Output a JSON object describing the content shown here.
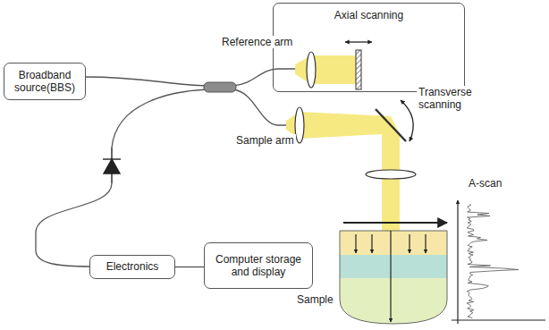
{
  "diagram": {
    "nodes": [
      {
        "text": [
          "Broadband source(BBS)"
        ]
      },
      {
        "text": [
          "Axial scanning"
        ]
      },
      {
        "text": [
          "Electronics"
        ]
      },
      {
        "text": [
          "Computer storage and display"
        ]
      }
    ],
    "edges": [
      {
        "from": 2,
        "to": 3,
        "arrow": "none"
      }
    ],
    "labels": [
      "Reference arm",
      "Sample arm",
      "Transverse scanning",
      "A-scan",
      "Sample"
    ]
  }
}
